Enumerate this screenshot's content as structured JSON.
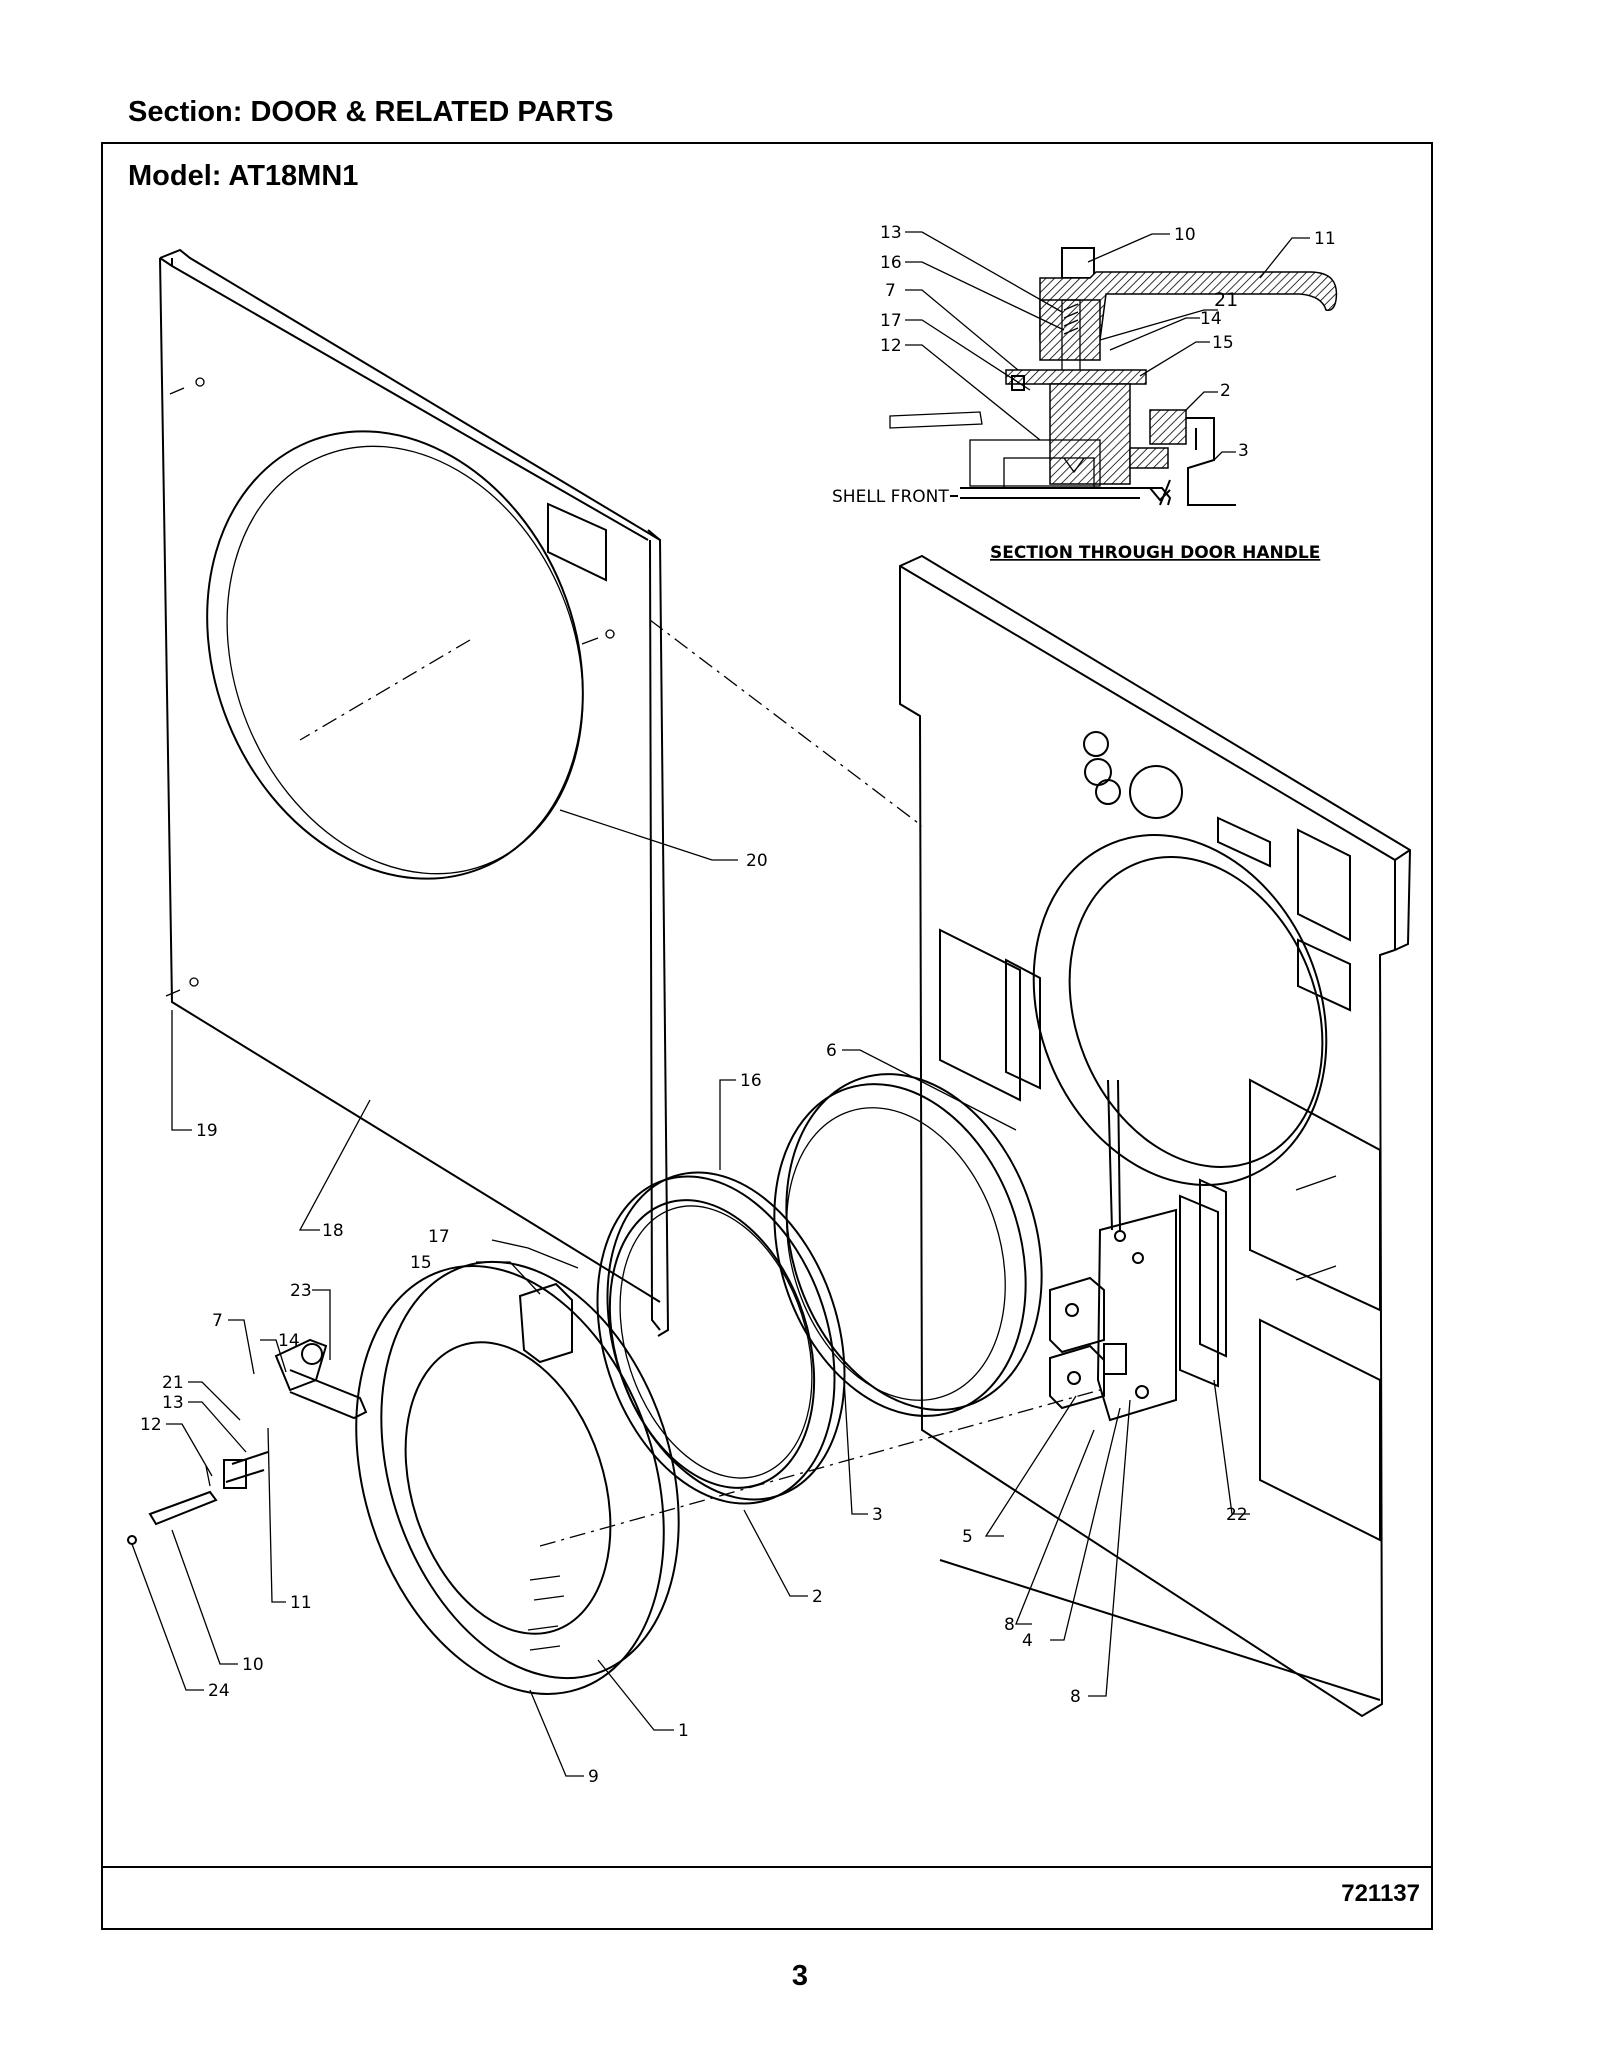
{
  "header": {
    "section": "Section:  DOOR & RELATED PARTS",
    "model": "Model:  AT18MN1"
  },
  "detail": {
    "title": "SECTION THROUGH DOOR HANDLE",
    "shell_label": "SHELL FRONT",
    "callouts": [
      "13",
      "16",
      "7",
      "17",
      "12",
      "10",
      "11",
      "21",
      "14",
      "15",
      "2",
      "3"
    ]
  },
  "main_callouts": [
    "20",
    "19",
    "18",
    "17",
    "15",
    "16",
    "6",
    "23",
    "7",
    "14",
    "21",
    "13",
    "12",
    "11",
    "10",
    "24",
    "9",
    "1",
    "2",
    "3",
    "5",
    "8",
    "4",
    "8",
    "22"
  ],
  "footer": {
    "drawing_number": "721137",
    "page_number": "3"
  }
}
